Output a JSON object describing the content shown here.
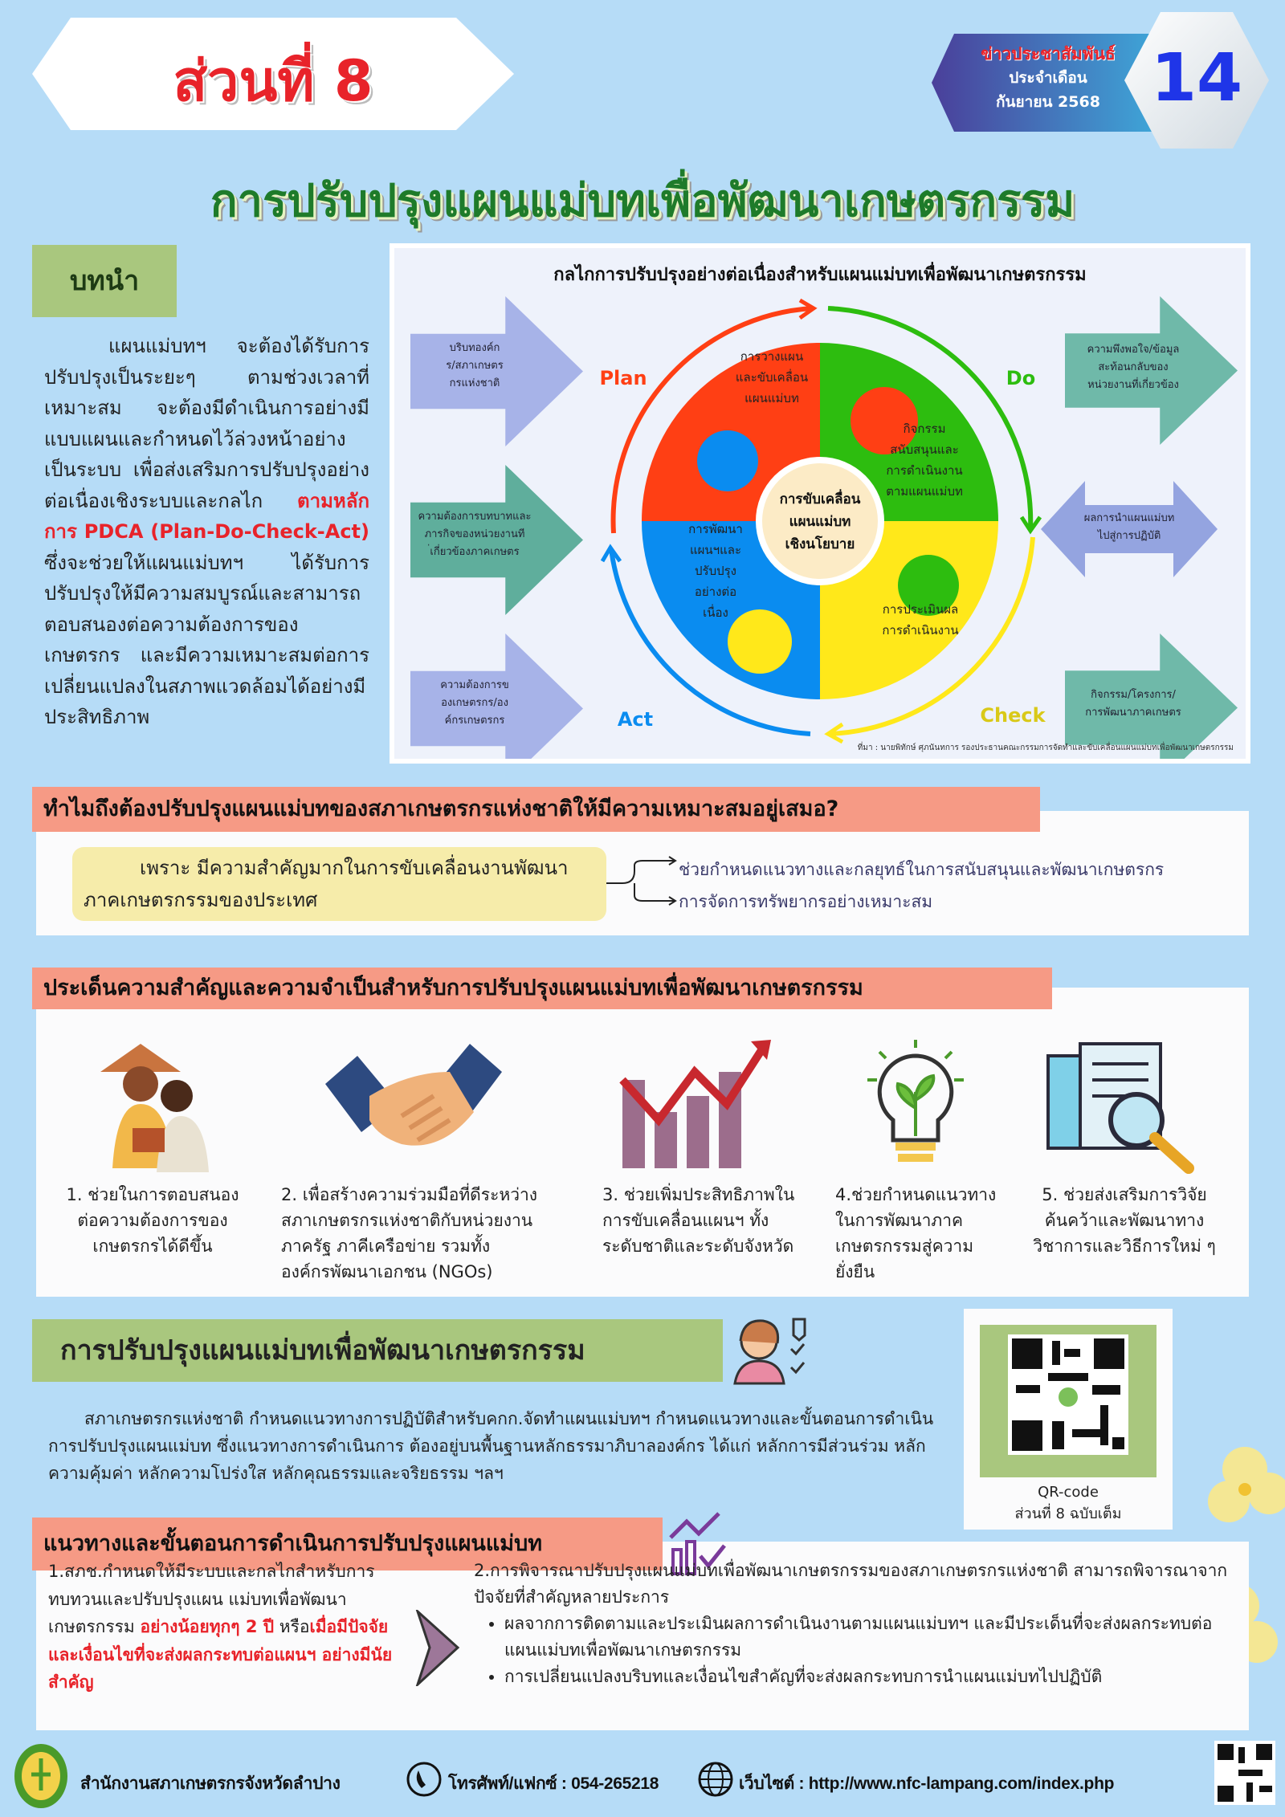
{
  "header": {
    "part": "ส่วนที่ 8",
    "badge_line1": "ข่าวประชาสัมพันธ์",
    "badge_line2": "ประจำเดือน",
    "badge_line3": "กันยายน 2568",
    "issue_number": "14"
  },
  "title": "การปรับปรุงแผนแม่บทเพื่อพัฒนาเกษตรกรรม",
  "intro": {
    "label": "บทนำ",
    "text_before": "แผนแม่บทฯ จะต้องได้รับการปรับปรุงเป็นระยะๆ ตามช่วงเวลาที่เหมาะสม จะต้องมีดำเนินการอย่างมีแบบแผนและกำหนดไว้ล่วงหน้าอย่างเป็นระบบ เพื่อส่งเสริมการปรับปรุงอย่างต่อเนื่องเชิงระบบและกลไก ",
    "highlight": "ตามหลักการ PDCA (Plan-Do-Check-Act)",
    "text_after": " ซึ่งจะช่วยให้แผนแม่บทฯ ได้รับการปรับปรุงให้มีความสมบูรณ์และสามารถตอบสนองต่อความต้องการของเกษตรกร และมีความเหมาะสมต่อการเปลี่ยนแปลงในสภาพแวดล้อมได้อย่างมีประสิทธิภาพ"
  },
  "diagram": {
    "title": "กลไกการปรับปรุงอย่างต่อเนื่องสำหรับแผนแม่บทเพื่อพัฒนาเกษตรกรรม",
    "left_arrows": [
      "บริบทองค์กร/สภาเกษตรกรแห่งชาติ",
      "ความต้องการบทบาทและภารกิจของหน่วยงานที่เกี่ยวข้องภาคเกษตร",
      "ความต้องการของเกษตรกร/องค์กรเกษตรกร"
    ],
    "right_arrows": [
      "ความพึงพอใจ/ข้อมูลสะท้อนกลับของหน่วยงานที่เกี่ยวข้อง",
      "ผลการนำแผนแม่บทไปสู่การปฏิบัติ",
      "กิจกรรม/โครงการ/การพัฒนาภาคเกษตร"
    ],
    "cycle": [
      "Plan",
      "Do",
      "Check",
      "Act"
    ],
    "pieces": {
      "plan": "การวางแผน|และขับเคลื่อน|แผนแม่บท",
      "do": "กิจกรรม|สนับสนุนและ|การดำเนินงาน|ตามแผนแม่บท",
      "check": "การประเมินผล|การดำเนินงาน",
      "act": "การพัฒนา|แผนฯและ|ปรับปรุง|อย่างต่อ|เนื่อง"
    },
    "center": "การขับเคลื่อน|แผนแม่บท|เชิงนโยบาย",
    "source": "ที่มา : นายพิทักษ์ ศุภนันทการ รองประธานคณะกรรมการจัดทำและขับเคลื่อนแผนแม่บทเพื่อพัฒนาเกษตรกรรม",
    "colors": {
      "plan": "#ff3f14",
      "do": "#2dbd0f",
      "check": "#ffe81a",
      "act": "#0a8cf0"
    }
  },
  "why": {
    "heading": "ทำไมถึงต้องปรับปรุงแผนแม่บทของสภาเกษตรกรแห่งชาติให้มีความเหมาะสมอยู่เสมอ?",
    "reason": "เพราะ มีความสำคัญมากในการขับเคลื่อนงานพัฒนาภาคเกษตรกรรมของประเทศ",
    "branches": [
      "ช่วยกำหนดแนวทางและกลยุทธ์ในการสนับสนุนและพัฒนาเกษตรกร",
      "การจัดการทรัพยากรอย่างเหมาะสม"
    ]
  },
  "importance": {
    "heading": "ประเด็นความสำคัญและความจำเป็นสำหรับการปรับปรุงแผนแม่บทเพื่อพัฒนาเกษตรกรรม",
    "items": [
      "1. ช่วยในการตอบสนองต่อความต้องการของเกษตรกรได้ดีขึ้น",
      "2. เพื่อสร้างความร่วมมือที่ดีระหว่างสภาเกษตรกรแห่งชาติกับหน่วยงานภาครัฐ ภาคีเครือข่าย รวมทั้งองค์กรพัฒนาเอกชน (NGOs)",
      "3. ช่วยเพิ่มประสิทธิภาพในการขับเคลื่อนแผนฯ ทั้งระดับชาติและระดับจังหวัด",
      "4.ช่วยกำหนดแนวทางในการพัฒนาภาคเกษตรกรรมสู่ความยั่งยืน",
      "5. ช่วยส่งเสริมการวิจัยค้นคว้าและพัฒนาทางวิชาการและวิธีการใหม่ ๆ"
    ]
  },
  "improve": {
    "heading": "การปรับปรุงแผนแม่บทเพื่อพัฒนาเกษตรกรรม",
    "text": "สภาเกษตรกรแห่งชาติ กำหนดแนวทางการปฏิบัติสำหรับคกก.จัดทำแผนแม่บทฯ กำหนดแนวทางและขั้นตอนการดำเนินการปรับปรุงแผนแม่บท ซึ่งแนวทางการดำเนินการ ต้องอยู่บนพื้นฐานหลักธรรมาภิบาลองค์กร ได้แก่ หลักการมีส่วนร่วม หลักความคุ้มค่า หลักความโปร่งใส หลักคุณธรรมและจริยธรรม ฯลฯ",
    "qr_caption1": "QR-code",
    "qr_caption2": "ส่วนที่ 8 ฉบับเต็ม"
  },
  "steps": {
    "heading": "แนวทางและขั้นตอนการดำเนินการปรับปรุงแผนแม่บท",
    "s1_before": "1.สภช.กำหนดให้มีระบบและกลไกสำหรับการทบทวนและปรับปรุงแผน แม่บทเพื่อพัฒนาเกษตรกรรม ",
    "s1_hl1": "อย่างน้อยทุกๆ 2 ปี",
    "s1_mid": " หรือ",
    "s1_hl2": "เมื่อมีปัจจัยและเงื่อนไขที่จะส่งผลกระทบต่อแผนฯ อย่างมีนัยสำคัญ",
    "s2_intro": "2.การพิจารณาปรับปรุงแผนแม่บทเพื่อพัฒนาเกษตรกรรมของสภาเกษตรกรแห่งชาติ สามารถพิจารณาจากปัจจัยที่สำคัญหลายประการ",
    "s2_bullets": [
      "ผลจากการติดตามและประเมินผลการดำเนินงานตามแผนแม่บทฯ และมีประเด็นที่จะส่งผลกระทบต่อแผนแม่บทเพื่อพัฒนาเกษตรกรรม",
      "การเปลี่ยนแปลงบริบทและเงื่อนไขสำคัญที่จะส่งผลกระทบการนำแผนแม่บทไปปฏิบัติ"
    ]
  },
  "footer": {
    "org": "สำนักงานสภาเกษตรกรจังหวัดลำปาง",
    "phone": "โทรศัพท์/แฟกซ์ : 054-265218",
    "website": "เว็บไซต์ : http://www.nfc-lampang.com/index.php"
  }
}
